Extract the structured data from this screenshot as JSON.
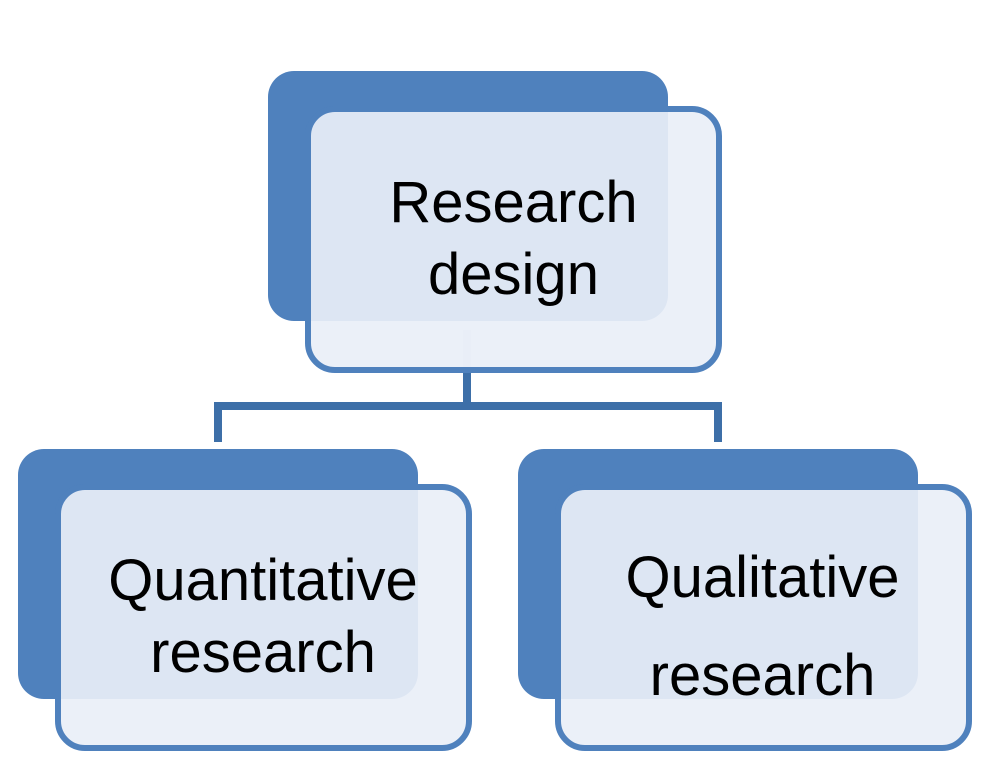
{
  "diagram": {
    "root": {
      "line1": "Research",
      "line2": "design"
    },
    "children": [
      {
        "line1": "Quantitative",
        "line2": "research"
      },
      {
        "line1": "Qualitative",
        "line2": "research"
      }
    ]
  },
  "colors": {
    "accent": "#4f81bd",
    "connector": "#3d6fa8",
    "box_fill": "#e9eff7",
    "text": "#000000"
  }
}
